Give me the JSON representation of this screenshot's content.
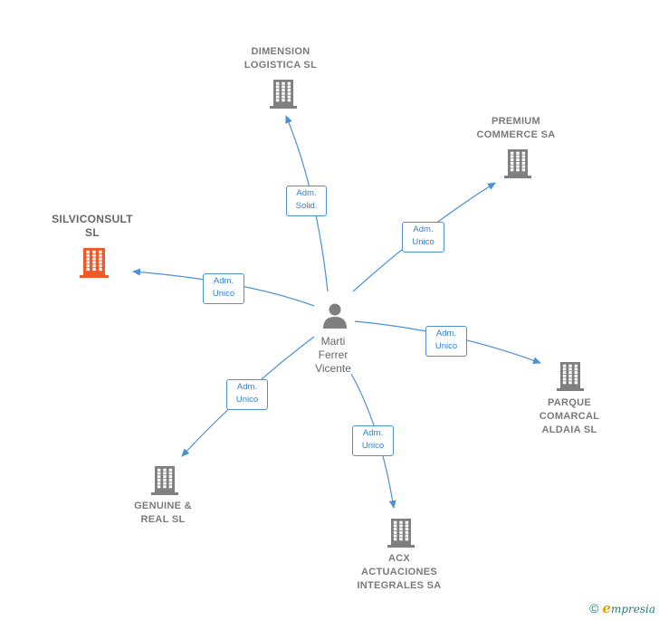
{
  "colors": {
    "edge": "#4a90d9",
    "badge_text": "#2f7fd6",
    "building": "#7f7f7f",
    "building_focus": "#f05a28",
    "label": "#7a7a7a",
    "brand": "#2a7a78",
    "brand_accent": "#e8a000"
  },
  "center": {
    "name": "Marti\nFerrer\nVicente",
    "icon": "person-icon"
  },
  "companies": [
    {
      "id": "dimension",
      "name": "DIMENSION\nLOGISTICA  SL",
      "focus": false,
      "icon": "building-icon",
      "role": "Adm.\nSolid."
    },
    {
      "id": "premium",
      "name": "PREMIUM\nCOMMERCE SA",
      "focus": false,
      "icon": "building-icon",
      "role": "Adm.\nUnico"
    },
    {
      "id": "silviconsult",
      "name": "SILVICONSULT\nSL",
      "focus": true,
      "icon": "building-icon",
      "role": "Adm.\nUnico"
    },
    {
      "id": "parque",
      "name": "PARQUE\nCOMARCAL\nALDAIA  SL",
      "focus": false,
      "icon": "building-icon",
      "role": "Adm.\nUnico"
    },
    {
      "id": "genuine",
      "name": "GENUINE &\nREAL  SL",
      "focus": false,
      "icon": "building-icon",
      "role": "Adm.\nUnico"
    },
    {
      "id": "acx",
      "name": "ACX\nACTUACIONES\nINTEGRALES SA",
      "focus": false,
      "icon": "building-icon",
      "role": "Adm.\nUnico"
    }
  ],
  "footer": {
    "copyright": "©",
    "brand_initial": "e",
    "brand_rest": "mpresia"
  }
}
